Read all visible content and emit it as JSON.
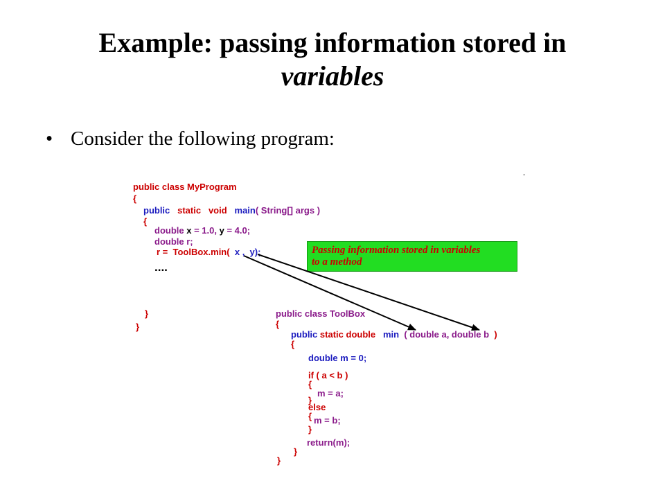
{
  "slide": {
    "title_line1": "Example: passing information stored in",
    "title_line2": "variables",
    "bullet": "Consider the following program:",
    "bullet_symbol": "•"
  },
  "note": {
    "line1": "Passing information stored in variables",
    "line2": "to a method",
    "background": "#22dd22"
  },
  "main_program": {
    "class_decl": "public class MyProgram",
    "open_brace": "{",
    "m_public": "public",
    "m_static": "static",
    "m_void": "void",
    "m_main": "main",
    "m_params": "( String[] args )",
    "open_brace2": "{",
    "decl_double": "double",
    "decl_x": "x",
    "decl_eq1": "= 1.0,",
    "decl_y": "y",
    "decl_eq2": "= 4.0;",
    "decl_r": "double r;",
    "call_r": "r =",
    "call_fn": "ToolBox.min(",
    "call_x": "x",
    "call_comma": ",",
    "call_y": "y",
    "call_end": ");",
    "ellipsis": "....",
    "close_brace2": "}",
    "close_brace": "}"
  },
  "toolbox": {
    "class_decl": "public class ToolBox",
    "open_brace": "{",
    "m_public": "public",
    "m_static": "static",
    "m_double": "double",
    "m_min": "min",
    "m_params": "( double a, double b",
    "m_params_end": ")",
    "open_brace2": "{",
    "decl_m": "double m = 0;",
    "if_line": "if ( a < b )",
    "if_open": "{",
    "assign_a": "m = a;",
    "if_close": "}",
    "else": "else",
    "else_open": "{",
    "assign_b": "m = b;",
    "else_close": "}",
    "ret": "return(m);",
    "close_brace2": "}",
    "close_brace": "}"
  },
  "colors": {
    "red": "#cc0000",
    "blue": "#1c1cbf",
    "purple": "#8a1a8a"
  }
}
